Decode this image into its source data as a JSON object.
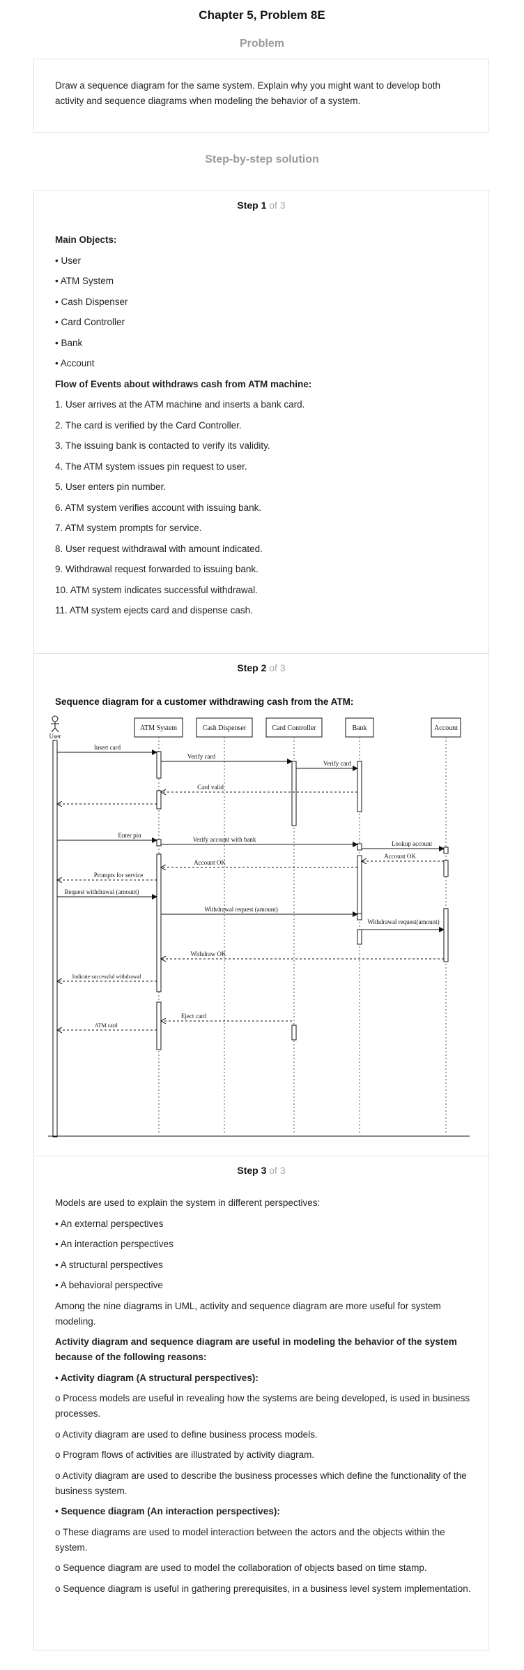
{
  "header": {
    "chapter_title": "Chapter 5, Problem 8E",
    "problem_heading": "Problem",
    "solution_heading": "Step-by-step solution"
  },
  "problem": {
    "text": "Draw a sequence diagram for the same system. Explain why you might want to develop both activity and sequence diagrams when modeling the behavior of a system."
  },
  "steps": [
    {
      "label": "Step 1",
      "of": "of 3",
      "paragraphs": [
        {
          "text": "Main Objects:",
          "bold": true
        },
        {
          "text": "• User"
        },
        {
          "text": "• ATM System"
        },
        {
          "text": "• Cash Dispenser"
        },
        {
          "text": "• Card Controller"
        },
        {
          "text": "• Bank"
        },
        {
          "text": "• Account"
        },
        {
          "text": "Flow of Events about withdraws cash from ATM machine:",
          "bold": true
        },
        {
          "text": "1. User arrives at the ATM machine and inserts a bank card."
        },
        {
          "text": "2. The card is verified by the Card Controller."
        },
        {
          "text": "3. The issuing bank is contacted to verify its validity."
        },
        {
          "text": "4. The ATM system issues pin request to user."
        },
        {
          "text": "5. User enters pin number."
        },
        {
          "text": "6. ATM system verifies account with issuing bank."
        },
        {
          "text": "7. ATM system prompts for service."
        },
        {
          "text": "8. User request withdrawal with amount indicated."
        },
        {
          "text": "9. Withdrawal request forwarded to issuing bank."
        },
        {
          "text": "10. ATM system indicates successful withdrawal."
        },
        {
          "text": "11. ATM system ejects card and dispense cash."
        }
      ]
    },
    {
      "label": "Step 2",
      "of": "of 3",
      "diagram_title": "Sequence diagram for a customer withdrawing cash from the ATM:",
      "diagram": {
        "actor": "User",
        "objects": [
          "ATM System",
          "Cash Dispenser",
          "Card Controller",
          "Bank",
          "Account"
        ],
        "messages": [
          {
            "text": "Insert card",
            "from": "User",
            "to": "ATM System",
            "kind": "sync"
          },
          {
            "text": "Verify card",
            "from": "ATM System",
            "to": "Card Controller",
            "kind": "sync"
          },
          {
            "text": "Verify card",
            "from": "Card Controller",
            "to": "Bank",
            "kind": "sync"
          },
          {
            "text": "Card valid",
            "from": "Bank",
            "to": "ATM System",
            "kind": "return"
          },
          {
            "text": "",
            "from": "ATM System",
            "to": "User",
            "kind": "return"
          },
          {
            "text": "Enter pin",
            "from": "User",
            "to": "ATM System",
            "kind": "sync"
          },
          {
            "text": "Verify account with bank",
            "from": "ATM System",
            "to": "Bank",
            "kind": "sync"
          },
          {
            "text": "Lookup account",
            "from": "Bank",
            "to": "Account",
            "kind": "sync"
          },
          {
            "text": "Account OK",
            "from": "Account",
            "to": "Bank",
            "kind": "return"
          },
          {
            "text": "Account OK",
            "from": "Bank",
            "to": "ATM System",
            "kind": "return"
          },
          {
            "text": "Prompts for service",
            "from": "ATM System",
            "to": "User",
            "kind": "return"
          },
          {
            "text": "Request withdrawal (amount)",
            "from": "User",
            "to": "ATM System",
            "kind": "sync"
          },
          {
            "text": "Withdrawal request (amount)",
            "from": "ATM System",
            "to": "Bank",
            "kind": "sync"
          },
          {
            "text": "Withdrawal request(amount)",
            "from": "Bank",
            "to": "Account",
            "kind": "sync"
          },
          {
            "text": "Withdraw OK",
            "from": "Account",
            "to": "ATM System",
            "kind": "return"
          },
          {
            "text": "Indicate successful withdrawal",
            "from": "ATM System",
            "to": "User",
            "kind": "return"
          },
          {
            "text": "Eject card",
            "from": "Card Controller",
            "to": "ATM System",
            "kind": "return"
          },
          {
            "text": "ATM card",
            "from": "ATM System",
            "to": "User",
            "kind": "return"
          }
        ]
      }
    },
    {
      "label": "Step 3",
      "of": "of 3",
      "paragraphs": [
        {
          "text": "Models are used to explain the system in different perspectives:"
        },
        {
          "text": "• An external perspectives"
        },
        {
          "text": "• An interaction perspectives"
        },
        {
          "text": "• A structural perspectives"
        },
        {
          "text": "• A behavioral perspective"
        },
        {
          "text": "Among the nine diagrams in UML, activity and sequence diagram are more useful for system modeling."
        },
        {
          "text": "Activity diagram and sequence diagram are useful in modeling the behavior of the system because of the following reasons:",
          "bold": true
        },
        {
          "text": "• Activity diagram (A structural perspectives):",
          "bold": true
        },
        {
          "text": "o Process models are useful in revealing how the systems are being developed, is used in business processes."
        },
        {
          "text": "o Activity diagram are used to define business process models."
        },
        {
          "text": "o Program flows of activities are illustrated by activity diagram."
        },
        {
          "text": "o Activity diagram are used to describe the business processes which define the functionality of the business system."
        },
        {
          "text": "• Sequence diagram (An interaction perspectives):",
          "bold": true
        },
        {
          "text": "o These diagrams are used to model interaction between the actors and the objects within the system."
        },
        {
          "text": "o Sequence diagram are used to model the collaboration of objects based on time stamp."
        },
        {
          "text": "o Sequence diagram is useful in gathering prerequisites, in a business level system implementation."
        }
      ]
    }
  ]
}
